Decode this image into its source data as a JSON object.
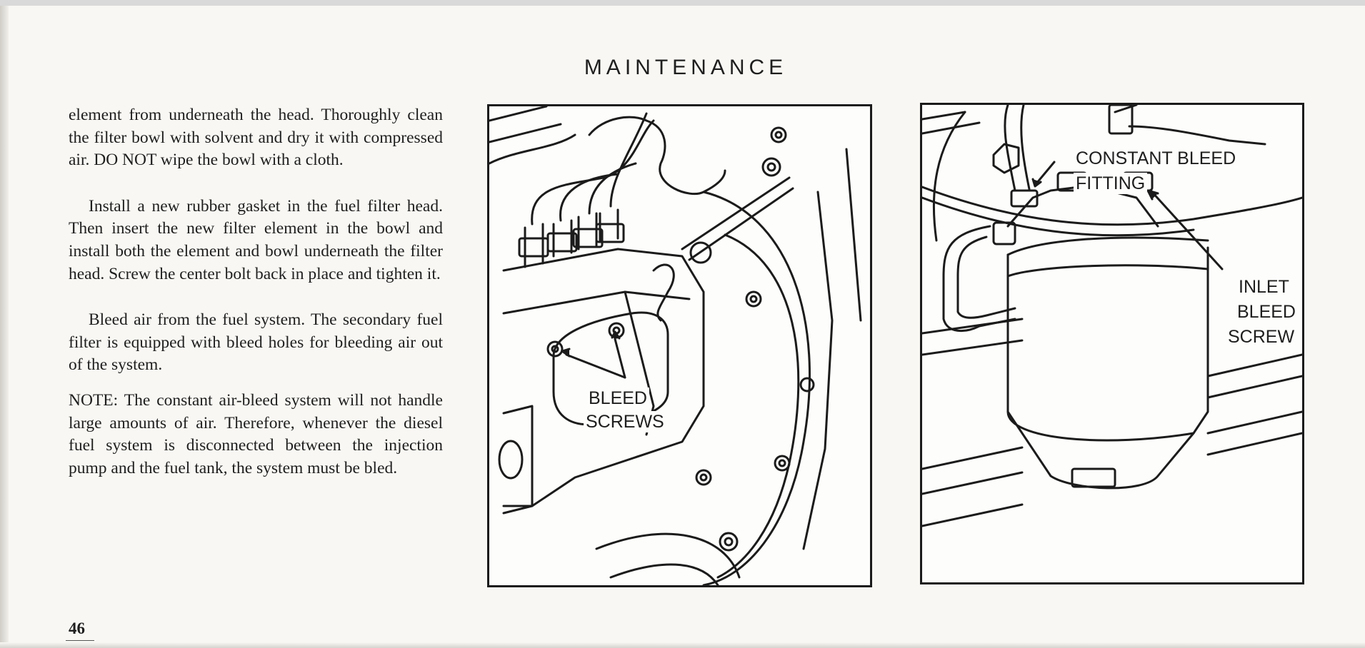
{
  "page": {
    "header": "MAINTENANCE",
    "page_number": "46"
  },
  "text": {
    "p1": "element from underneath the head. Thoroughly clean the filter bowl with solvent and dry it with compressed air. DO NOT wipe the bowl with a cloth.",
    "p2": "Install a new rubber gasket in the fuel filter head. Then insert the new filter element in the bowl and install both the element and bowl underneath the filter head. Screw the center bolt back in place and tighten it.",
    "p3": "Bleed air from the fuel system. The secondary fuel filter is equipped with bleed holes for bleeding air out of the system.",
    "p4": "NOTE: The constant air-bleed system will not handle large amounts of air. Therefore, whenever the diesel fuel system is disconnected between the injection pump and the fuel tank, the system must be bled."
  },
  "figure_left": {
    "callout_line1": "BLEED",
    "callout_line2": "SCREWS"
  },
  "figure_right": {
    "callout_a_line1": "CONSTANT BLEED",
    "callout_a_line2": "FITTING",
    "callout_b_line1": "INLET",
    "callout_b_line2": "BLEED",
    "callout_b_line3": "SCREW"
  }
}
